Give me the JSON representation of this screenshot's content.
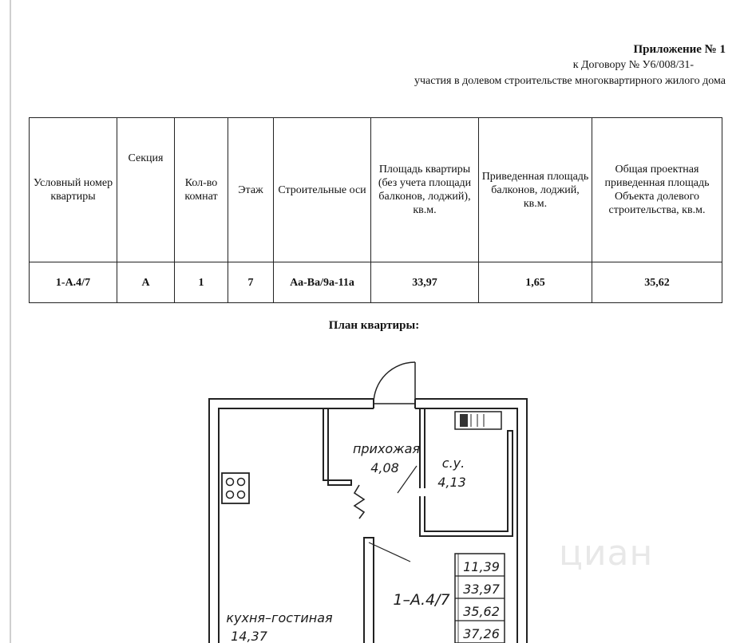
{
  "header": {
    "line1": "Приложение № 1",
    "line2": "к Договору № У6/008/31-",
    "line3": "участия в долевом строительстве многоквартирного жилого дома"
  },
  "table": {
    "headers": [
      "Условный номер квартиры",
      "Секция",
      "Кол-во комнат",
      "Этаж",
      "Строительные оси",
      "Площадь квартиры (без учета площади балконов, лоджий), кв.м.",
      "Приведенная площадь балконов, лоджий, кв.м.",
      "Общая проектная приведенная площадь Объекта долевого строительства, кв.м."
    ],
    "row": [
      "1-А.4/7",
      "А",
      "1",
      "7",
      "Аа-Ва/9а-11а",
      "33,97",
      "1,65",
      "35,62"
    ]
  },
  "plan": {
    "title": "План квартиры:",
    "rooms": {
      "hall_name": "прихожая",
      "hall_area": "4,08",
      "bath_name": "с.у.",
      "bath_area": "4,13",
      "kitchen_name": "кухня–гостиная",
      "kitchen_area": "14,37"
    },
    "apartment_code": "1–А.4/7",
    "summary_areas": [
      "11,39",
      "33,97",
      "35,62",
      "37,26"
    ]
  },
  "watermark": "циан"
}
